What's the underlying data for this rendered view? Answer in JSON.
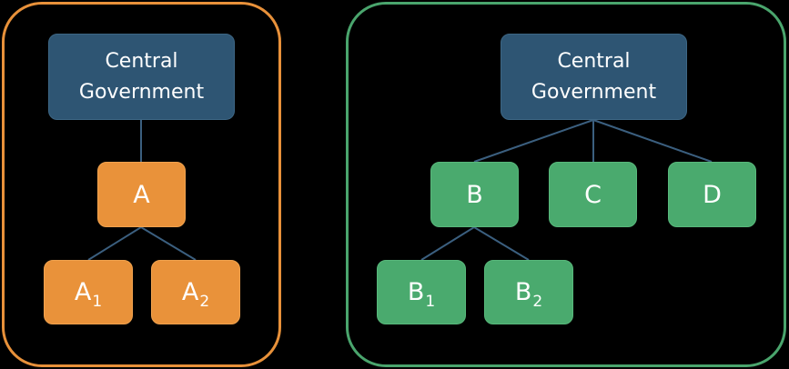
{
  "left_hierarchy": {
    "root": {
      "line1": "Central",
      "line2": "Government"
    },
    "level1": {
      "label": "A"
    },
    "level2": [
      {
        "base": "A",
        "sub": "1"
      },
      {
        "base": "A",
        "sub": "2"
      }
    ]
  },
  "right_hierarchy": {
    "root": {
      "line1": "Central",
      "line2": "Government"
    },
    "level1": [
      {
        "label": "B"
      },
      {
        "label": "C"
      },
      {
        "label": "D"
      }
    ],
    "level2": [
      {
        "base": "B",
        "sub": "1"
      },
      {
        "base": "B",
        "sub": "2"
      }
    ]
  },
  "colors": {
    "background": "#000000",
    "government": "#2e5573",
    "orange": "#e9923a",
    "green": "#4aaa6e",
    "connector": "#3b5f7f"
  }
}
